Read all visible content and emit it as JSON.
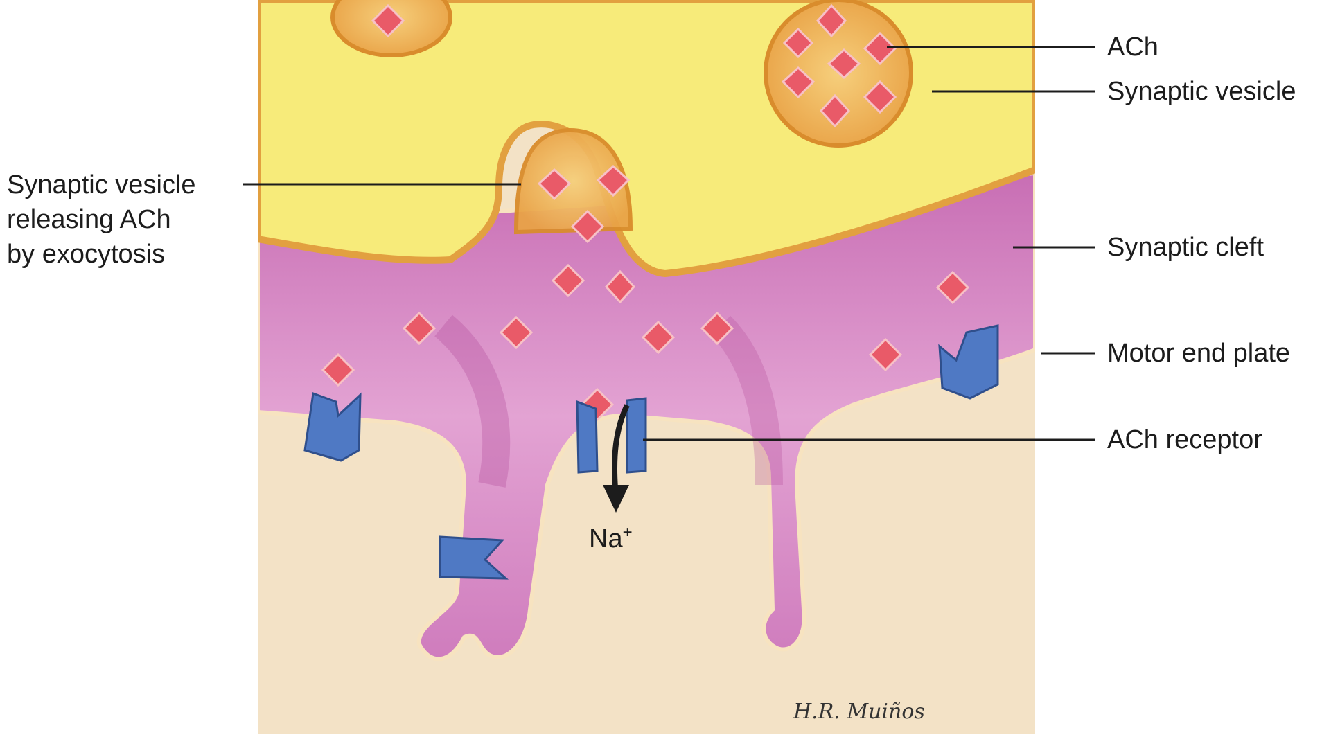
{
  "labels": {
    "ach": "ACh",
    "synaptic_vesicle": "Synaptic vesicle",
    "releasing_line1": "Synaptic vesicle",
    "releasing_line2": "releasing ACh",
    "releasing_line3": "by exocytosis",
    "synaptic_cleft": "Synaptic cleft",
    "motor_end_plate": "Motor end plate",
    "ach_receptor": "ACh receptor",
    "ion": "Na",
    "ion_charge": "+"
  },
  "signature": "H.R. Muiños",
  "colors": {
    "axon_terminal": "#f7eb7a",
    "vesicle": "#efb654",
    "vesicle_rim": "#d98c2c",
    "cleft": "#d98ac5",
    "cleft_dark": "#bf5ea8",
    "muscle": "#f3e2c6",
    "receptor": "#4f79c4",
    "ach_molecule": "#e95a68",
    "leader_line": "#1c1c1c"
  }
}
